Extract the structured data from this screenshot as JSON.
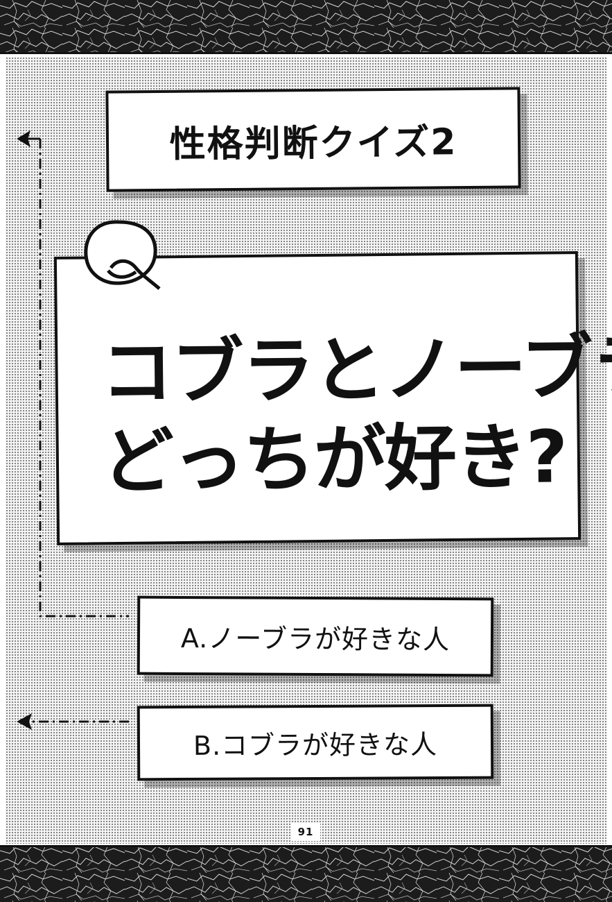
{
  "page": {
    "title": "性格判断クイズ2",
    "question": {
      "line1": "コブラとノーブラ",
      "line2": "どっちが好き?"
    },
    "answers": [
      {
        "label": "A.ノーブラが好きな人"
      },
      {
        "label": "B.コブラが好きな人"
      }
    ],
    "page_number": "91"
  },
  "decor": {
    "question_mark_icon": "Q-letter-icon",
    "arrow_icon": "left-arrow-icon",
    "band_pattern": "dark-marble-texture"
  }
}
